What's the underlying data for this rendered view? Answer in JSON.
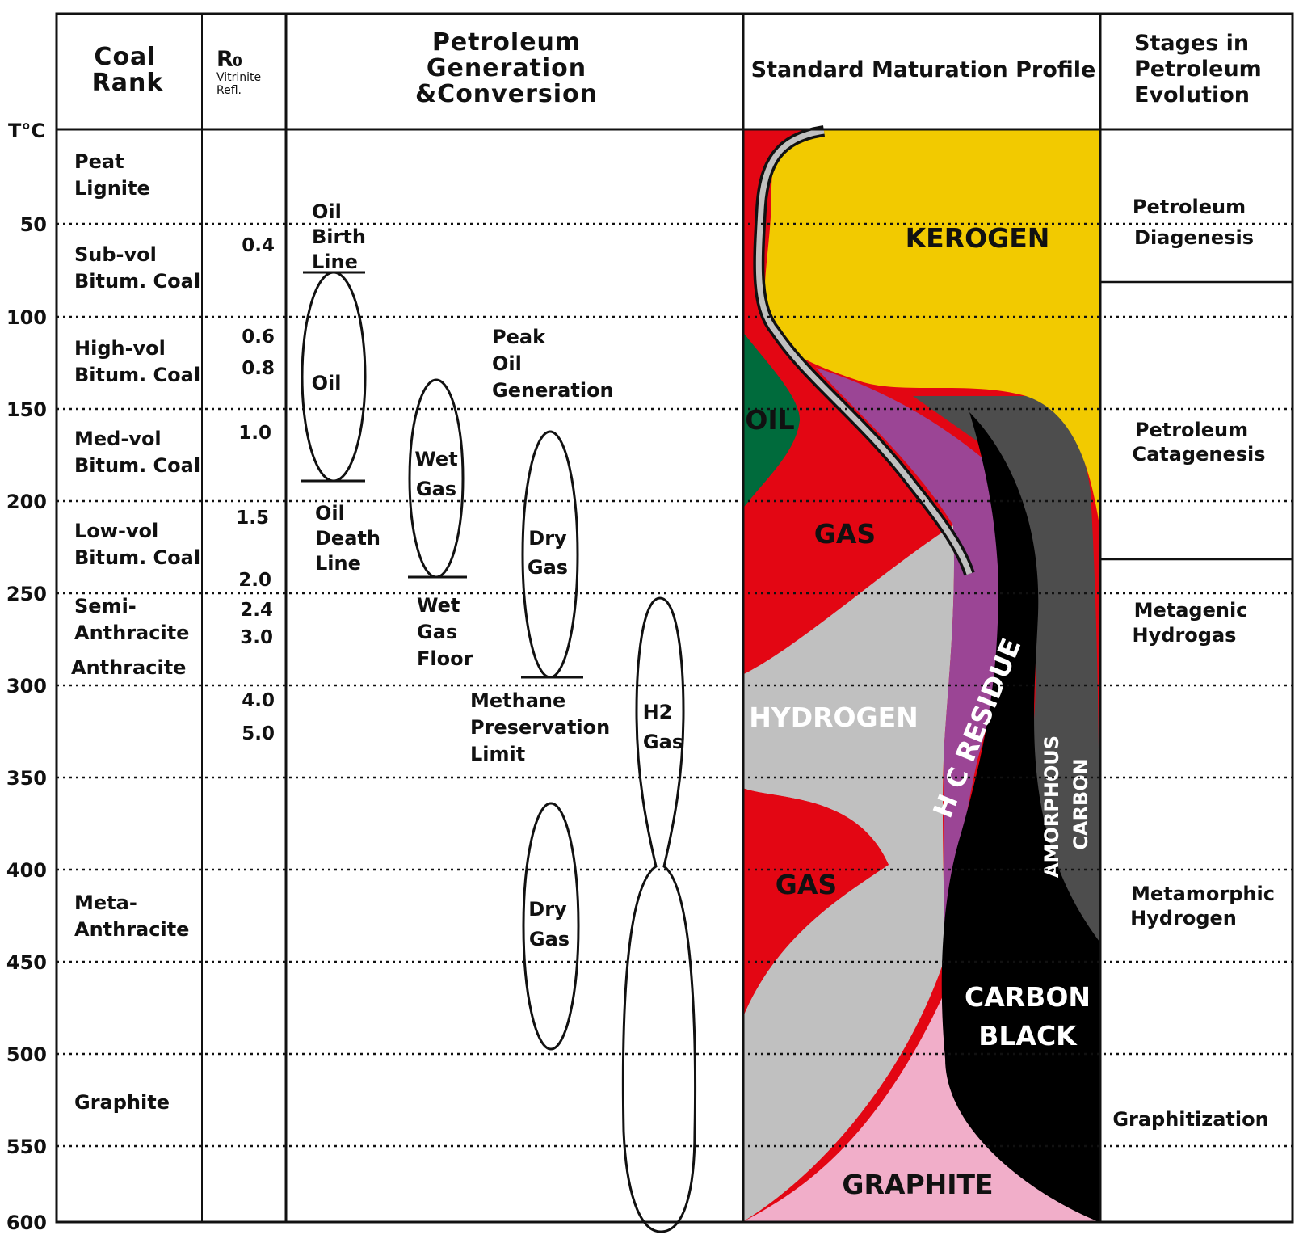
{
  "headers": {
    "coal_rank": [
      "Coal",
      "Rank"
    ],
    "ro_symbol": "R",
    "ro_sub": "0",
    "ro_caption": [
      "Vitrinite",
      "Refl."
    ],
    "petroleum": [
      "Petroleum",
      "Generation",
      "&Conversion"
    ],
    "profile": "Standard Maturation Profile",
    "stages": [
      "Stages in",
      "Petroleum",
      "Evolution"
    ]
  },
  "temperature": {
    "unit_label": "T°C",
    "ticks": [
      "50",
      "100",
      "150",
      "200",
      "250",
      "300",
      "350",
      "400",
      "450",
      "500",
      "550",
      "600"
    ]
  },
  "coal_ranks": [
    [
      "Peat",
      "Lignite"
    ],
    [
      "Sub-vol",
      "Bitum. Coal"
    ],
    [
      "High-vol",
      "Bitum. Coal"
    ],
    [
      "Med-vol",
      "Bitum. Coal"
    ],
    [
      "Low-vol",
      "Bitum. Coal"
    ],
    [
      "Semi-",
      "Anthracite"
    ],
    [
      "Anthracite"
    ],
    [
      "Meta-",
      "Anthracite"
    ],
    [
      "Graphite"
    ]
  ],
  "vitrinite_values": [
    "0.4",
    "0.6",
    "0.8",
    "1.0",
    "1.5",
    "2.0",
    "2.4",
    "3.0",
    "4.0",
    "5.0"
  ],
  "petroleum_labels": {
    "oil_birth": [
      "Oil",
      "Birth",
      "Line"
    ],
    "oil": "Oil",
    "oil_death": [
      "Oil",
      "Death",
      "Line"
    ],
    "peak_oil": [
      "Peak",
      "Oil",
      "Generation"
    ],
    "wet_gas": [
      "Wet",
      "Gas"
    ],
    "wet_gas_floor": [
      "Wet",
      "Gas",
      "Floor"
    ],
    "dry_gas_1": [
      "Dry",
      "Gas"
    ],
    "methane_limit": [
      "Methane",
      "Preservation",
      "Limit"
    ],
    "h2_gas": [
      "H2",
      "Gas"
    ],
    "dry_gas_2": [
      "Dry",
      "Gas"
    ]
  },
  "profile_labels": {
    "kerogen": "KEROGEN",
    "oil": "OIL",
    "gas_upper": "GAS",
    "hydrogen": "HYDROGEN",
    "hc_residue": "H C RESIDUE",
    "amorphous": [
      "AMORPHOUS",
      "CARBON"
    ],
    "gas_lower": "GAS",
    "carbon_black": [
      "CARBON",
      "BLACK"
    ],
    "graphite": "GRAPHITE"
  },
  "stages": [
    [
      "Petroleum",
      "Diagenesis"
    ],
    [
      "Petroleum",
      "Catagenesis"
    ],
    [
      "Metagenic",
      "Hydrogas"
    ],
    [
      "Metamorphic",
      "Hydrogen"
    ],
    [
      "Graphitization"
    ]
  ],
  "colors": {
    "kerogen": "#f2ca00",
    "oil": "#006b3c",
    "gas": "#e30613",
    "hydrogen": "#c0c0c0",
    "hc_residue": "#9b4595",
    "amorphous_carbon": "#4d4d4d",
    "carbon_black": "#000000",
    "graphite": "#f1aec9"
  }
}
